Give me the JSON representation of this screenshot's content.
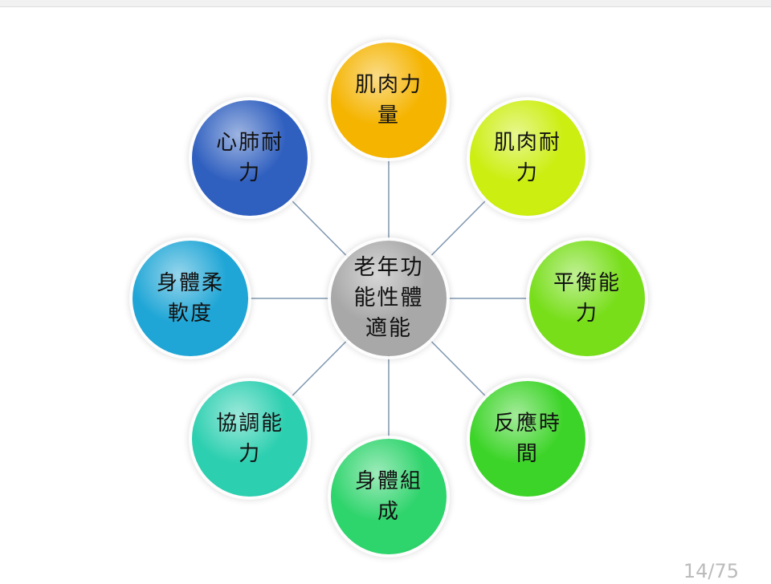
{
  "center": {
    "label": "老年功能性體適能",
    "color": "#a8a8a8"
  },
  "nodes": [
    {
      "label": "肌肉力量",
      "color": "#f5b400"
    },
    {
      "label": "肌肉耐力",
      "color": "#ccee10"
    },
    {
      "label": "平衡能力",
      "color": "#78de1a"
    },
    {
      "label": "反應時間",
      "color": "#3cd428"
    },
    {
      "label": "身體組成",
      "color": "#2ed46c"
    },
    {
      "label": "協調能力",
      "color": "#2ccfb0"
    },
    {
      "label": "身體柔軟度",
      "color": "#1fa6d6"
    },
    {
      "label": "心肺耐力",
      "color": "#2f5fbf"
    }
  ],
  "page_indicator": "14/75"
}
